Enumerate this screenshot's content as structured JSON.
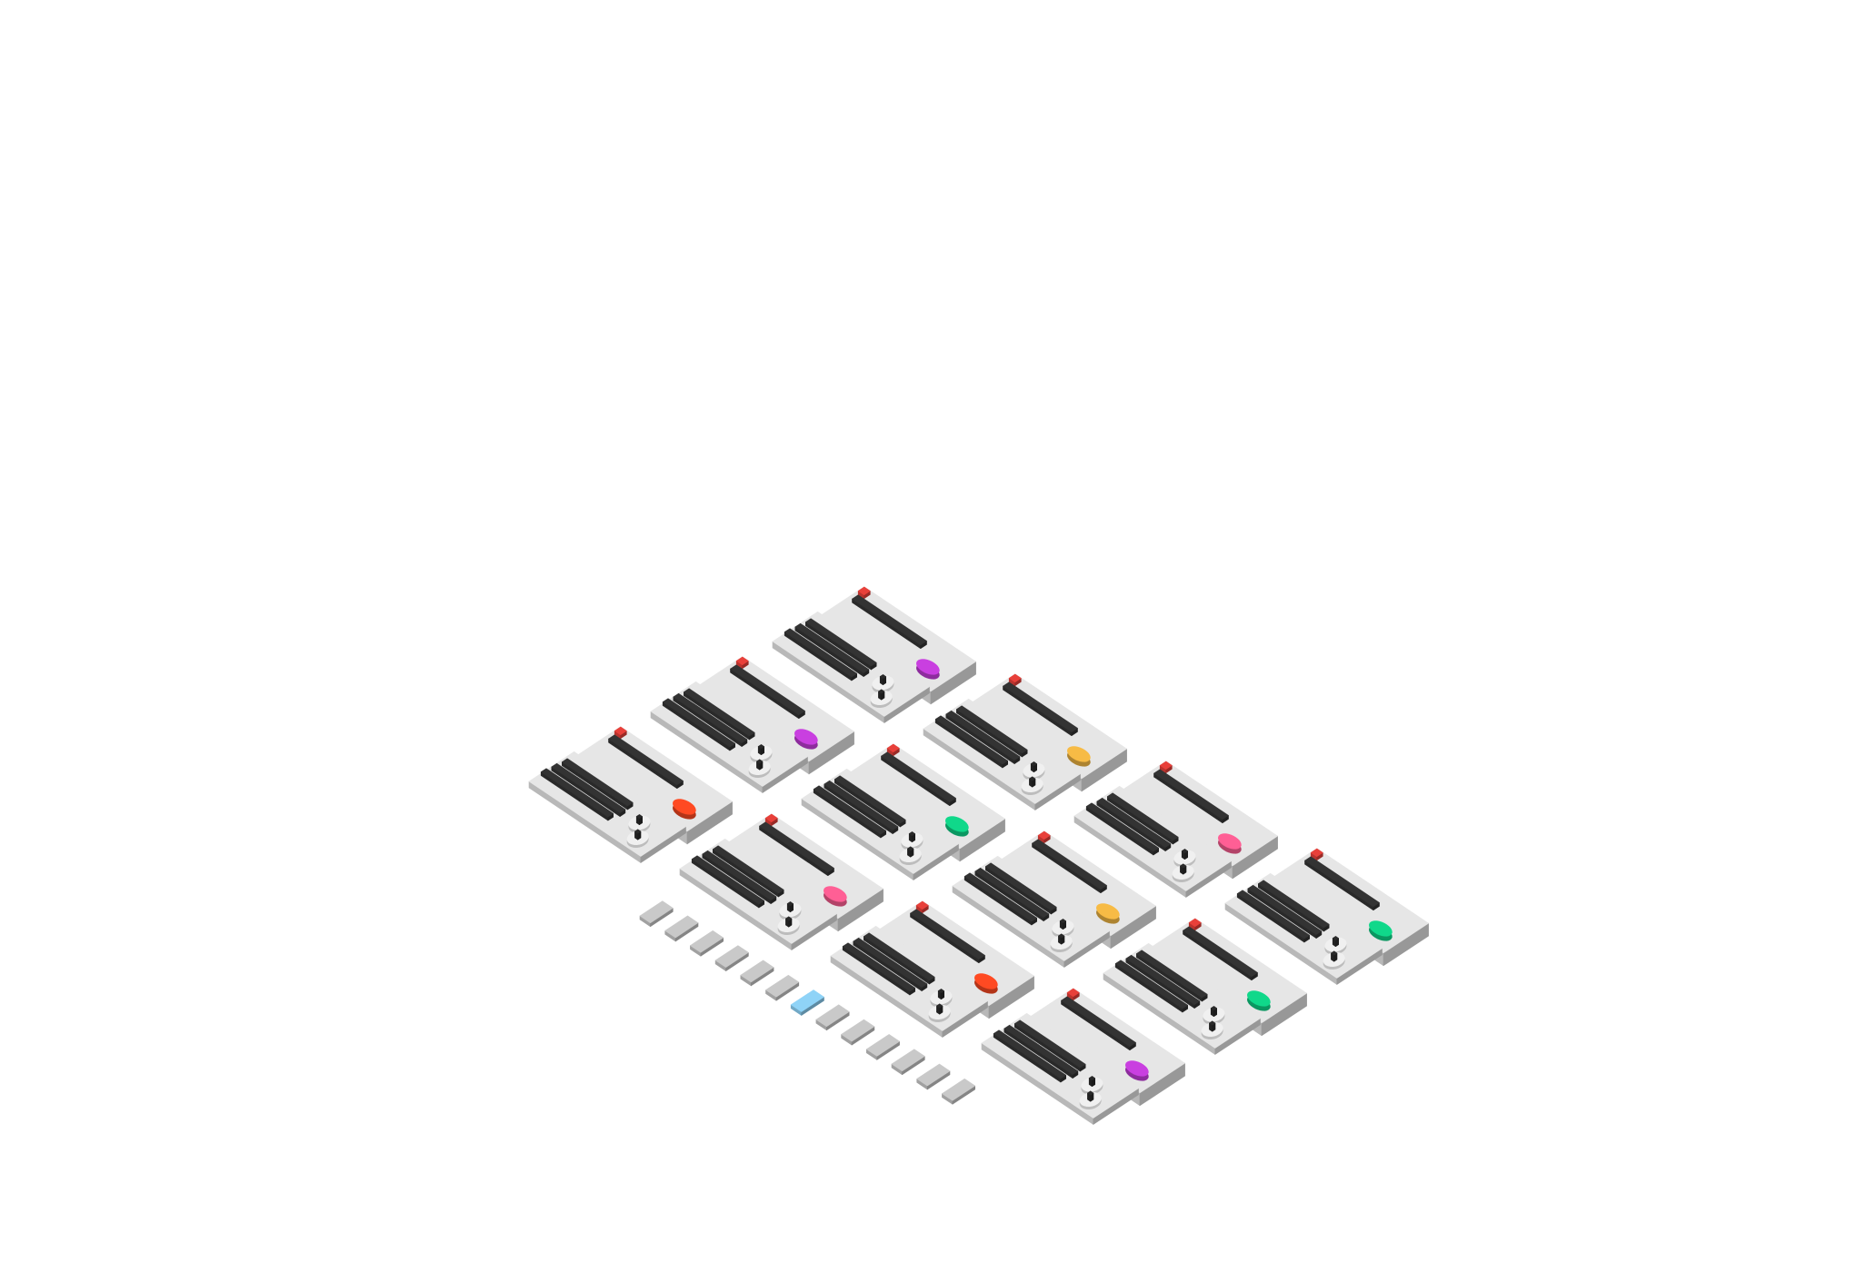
{
  "illustration": {
    "kind": "isometric-card-grid",
    "colors": {
      "card_top": "#e6e6e6",
      "card_front": "#bdbdbd",
      "card_end": "#9e9e9e",
      "bar": "#333333",
      "tab": "#e8403a",
      "knob": "#f0f0f0",
      "knob_post": "#2a2a2a",
      "tile": "#c9c9c9",
      "tile_active": "#8fd3f7"
    },
    "cards": [
      {
        "row": 0,
        "col": 0,
        "accent": "#c93fe0",
        "accent_name": "purple"
      },
      {
        "row": 0,
        "col": 1,
        "accent": "#c93fe0",
        "accent_name": "purple"
      },
      {
        "row": 0,
        "col": 2,
        "accent": "#ff4a22",
        "accent_name": "red"
      },
      {
        "row": 1,
        "col": 0,
        "accent": "#f7bb45",
        "accent_name": "yellow"
      },
      {
        "row": 1,
        "col": 1,
        "accent": "#10d88a",
        "accent_name": "green"
      },
      {
        "row": 1,
        "col": 2,
        "accent": "#ff5f95",
        "accent_name": "pink"
      },
      {
        "row": 2,
        "col": 0,
        "accent": "#ff5f95",
        "accent_name": "pink"
      },
      {
        "row": 2,
        "col": 1,
        "accent": "#f7bb45",
        "accent_name": "yellow"
      },
      {
        "row": 2,
        "col": 2,
        "accent": "#ff4a22",
        "accent_name": "red"
      },
      {
        "row": 3,
        "col": 0,
        "accent": "#10d88a",
        "accent_name": "green"
      },
      {
        "row": 3,
        "col": 1,
        "accent": "#10d88a",
        "accent_name": "green"
      },
      {
        "row": 3,
        "col": 2,
        "accent": "#c93fe0",
        "accent_name": "purple"
      }
    ],
    "pagination_tiles": [
      {
        "active": false
      },
      {
        "active": false
      },
      {
        "active": false
      },
      {
        "active": false
      },
      {
        "active": false
      },
      {
        "active": false
      },
      {
        "active": true
      },
      {
        "active": false
      },
      {
        "active": false
      },
      {
        "active": false
      },
      {
        "active": false
      },
      {
        "active": false
      },
      {
        "active": false
      }
    ]
  }
}
